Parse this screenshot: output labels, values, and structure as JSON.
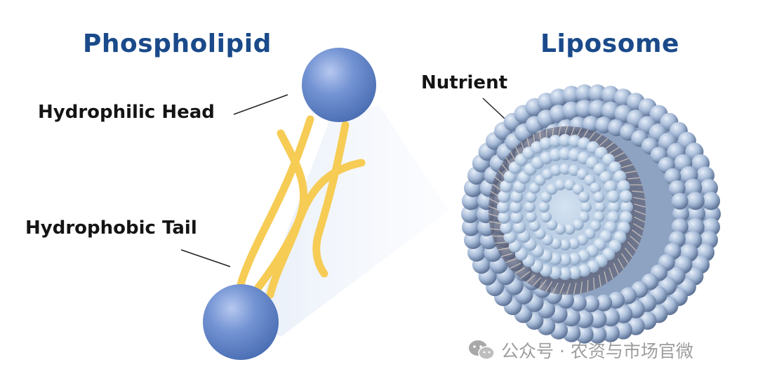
{
  "titles": {
    "left": "Phospholipid",
    "right": "Liposome"
  },
  "labels": {
    "head": "Hydrophilic Head",
    "tail": "Hydrophobic Tail",
    "nutrient": "Nutrient"
  },
  "watermark": {
    "text": "公众号 · 农资与市场官微",
    "icon": "wechat-icon"
  },
  "colors": {
    "title": "#1a4a8a",
    "sphere": "#6f8fce",
    "tail": "#f6cc55",
    "vesicle_bead": "#a9bedb",
    "vesicle_inner": "#c4d6ea"
  }
}
